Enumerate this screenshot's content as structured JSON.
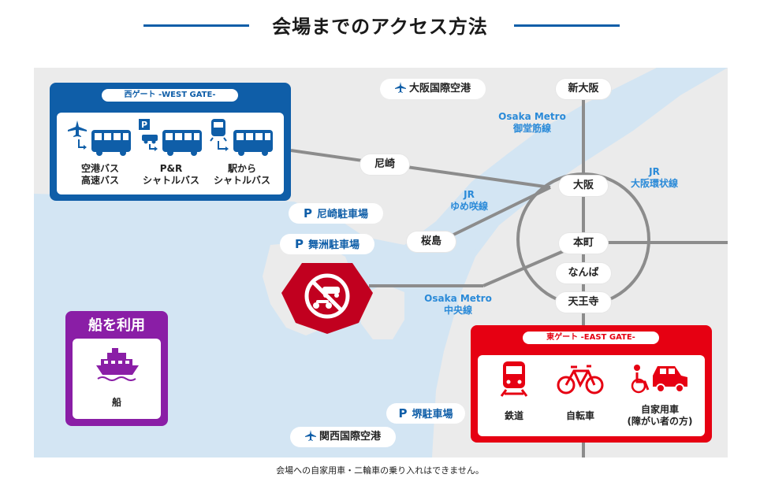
{
  "title": "会場までのアクセス方法",
  "footnote": "会場への自家用車・二輪車の乗り入れはできません。",
  "west_gate": {
    "header": "西ゲート -WEST GATE-",
    "items": [
      {
        "label_line1": "空港バス",
        "label_line2": "高速バス",
        "icon": "plane-to-bus-icon"
      },
      {
        "label_line1": "P&R",
        "label_line2": "シャトルバス",
        "icon": "parking-car-to-bus-icon"
      },
      {
        "label_line1": "駅から",
        "label_line2": "シャトルバス",
        "icon": "train-to-bus-icon"
      }
    ]
  },
  "east_gate": {
    "header": "東ゲート -EAST GATE-",
    "items": [
      {
        "label_line1": "鉄道",
        "label_line2": "",
        "icon": "train-icon"
      },
      {
        "label_line1": "自転車",
        "label_line2": "",
        "icon": "bicycle-icon"
      },
      {
        "label_line1": "自家用車",
        "label_line2": "(障がい者の方)",
        "icon": "wheelchair-car-icon"
      }
    ]
  },
  "ship": {
    "header": "船を利用",
    "label": "船",
    "icon": "ship-icon"
  },
  "stations": {
    "shin_osaka": "新大阪",
    "osaka": "大阪",
    "amagasaki": "尼崎",
    "sakurajima": "桜島",
    "honmachi": "本町",
    "namba": "なんば",
    "tennoji": "天王寺"
  },
  "lines": {
    "midosuji_en": "Osaka Metro",
    "midosuji_ja": "御堂筋線",
    "jr_loop_en": "JR",
    "jr_loop_ja": "大阪環状線",
    "jr_yumesaki_en": "JR",
    "jr_yumesaki_ja": "ゆめ咲線",
    "chuo_en": "Osaka Metro",
    "chuo_ja": "中央線"
  },
  "airports": {
    "itami": "大阪国際空港",
    "kansai": "関西国際空港"
  },
  "parkings": {
    "amagasaki": "尼崎駐車場",
    "maishima": "舞洲駐車場",
    "sakai": "堺駐車場",
    "p_mark": "P"
  },
  "colors": {
    "blue": "#0f5ea8",
    "red": "#e60012",
    "purple": "#8a1ea6",
    "sea": "#d3e5f3",
    "land": "#ebebeb",
    "rail": "#8c8c8c"
  }
}
